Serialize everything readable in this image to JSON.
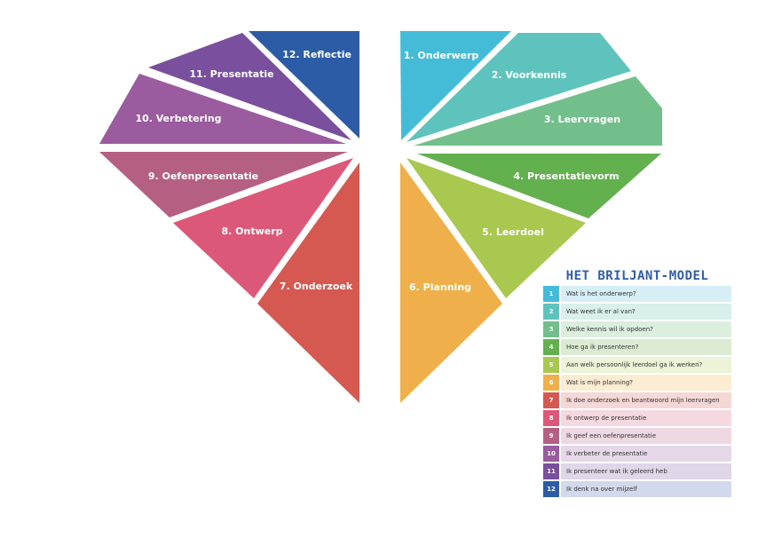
{
  "segments": [
    {
      "label": "1. Onderwerp",
      "color": "#44bcd8"
    },
    {
      "label": "2. Voorkennis",
      "color": "#5fc3bd"
    },
    {
      "label": "3. Leervragen",
      "color": "#73bf8c"
    },
    {
      "label": "4. Presentatievorm",
      "color": "#63b04f"
    },
    {
      "label": "5. Leerdoel",
      "color": "#a9c84f"
    },
    {
      "label": "6. Planning",
      "color": "#efb04b"
    },
    {
      "label": "7. Onderzoek",
      "color": "#d55951"
    },
    {
      "label": "8. Ontwerp",
      "color": "#dc5879"
    },
    {
      "label": "9. Oefenpresentatie",
      "color": "#b55f83"
    },
    {
      "label": "10. Verbetering",
      "color": "#9a5b9f"
    },
    {
      "label": "11. Presentatie",
      "color": "#7a4f9d"
    },
    {
      "label": "12. Reflectie",
      "color": "#2d5ca7"
    }
  ],
  "legend": {
    "title": "HET BRILJANT-MODEL",
    "rows": [
      {
        "num": "1",
        "text": "Wat is het onderwerp?",
        "color": "#44bcd8",
        "bg": "#d6eef6"
      },
      {
        "num": "2",
        "text": "Wat weet ik er al van?",
        "color": "#5fc3bd",
        "bg": "#d8efeb"
      },
      {
        "num": "3",
        "text": "Welke kennis wil ik opdoen?",
        "color": "#73bf8c",
        "bg": "#dcefdf"
      },
      {
        "num": "4",
        "text": "Hoe ga ik presenteren?",
        "color": "#63b04f",
        "bg": "#dcecd3"
      },
      {
        "num": "5",
        "text": "Aan welk persoonlijk leerdoel ga ik werken?",
        "color": "#a9c84f",
        "bg": "#ecf3d6"
      },
      {
        "num": "6",
        "text": "Wat is mijn planning?",
        "color": "#efb04b",
        "bg": "#fbecd2"
      },
      {
        "num": "7",
        "text": "Ik doe onderzoek en beantwoord mijn leervragen",
        "color": "#d55951",
        "bg": "#f5d8d6"
      },
      {
        "num": "8",
        "text": "Ik ontwerp de presentatie",
        "color": "#dc5879",
        "bg": "#f6d8e0"
      },
      {
        "num": "9",
        "text": "Ik geef een oefenpresentatie",
        "color": "#b55f83",
        "bg": "#eed8e1"
      },
      {
        "num": "10",
        "text": "Ik verbeter de presentatie",
        "color": "#9a5b9f",
        "bg": "#e6d8e8"
      },
      {
        "num": "11",
        "text": "Ik presenteer wat ik geleerd heb",
        "color": "#7a4f9d",
        "bg": "#dfd6e8"
      },
      {
        "num": "12",
        "text": "Ik denk na over mijzelf",
        "color": "#2d5ca7",
        "bg": "#d3d9ec"
      }
    ]
  }
}
